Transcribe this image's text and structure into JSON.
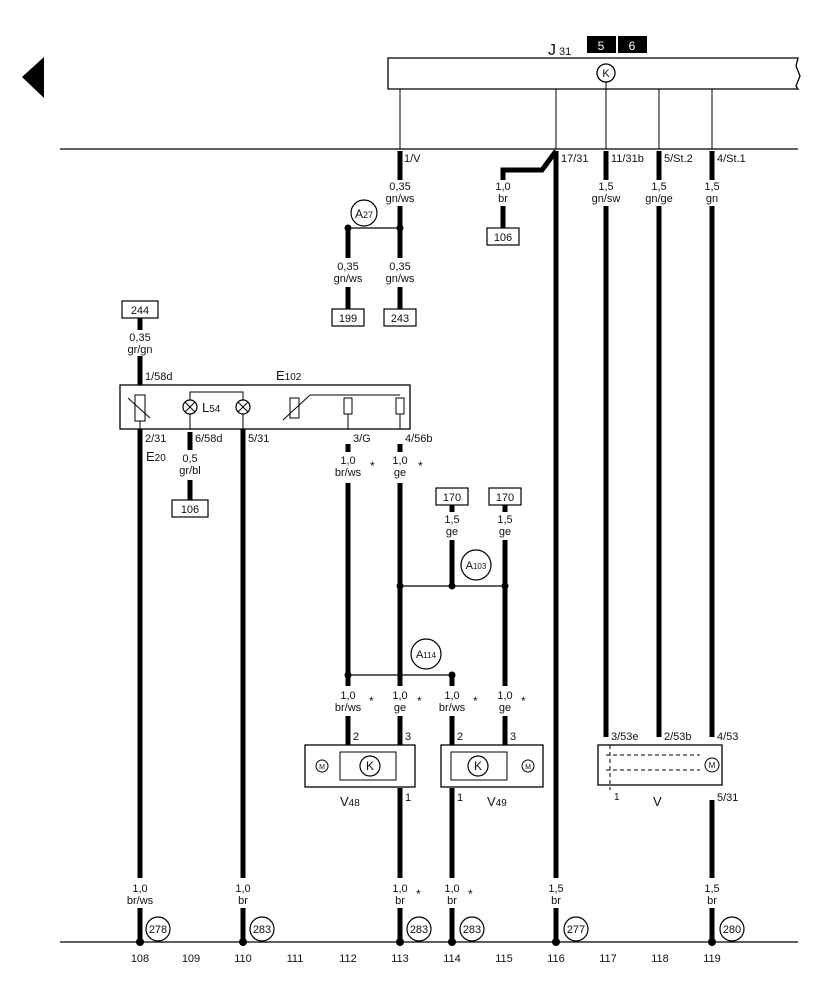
{
  "title_codes": {
    "component": "J",
    "sub": "31",
    "badges": [
      "5",
      "6"
    ]
  },
  "nav": {
    "back_arrow": "back-arrow-icon"
  },
  "relay_pins": [
    "1/V",
    "17/31",
    "11/31b",
    "5/St.2",
    "4/St.1"
  ],
  "wires_top": {
    "w1v_size": "0,35",
    "w1v_color": "gn/ws",
    "w1731_size": "1,0",
    "w1731_color": "br",
    "w1131_size": "1,5",
    "w1131_color": "gn/sw",
    "w5st_size": "1,5",
    "w5st_color": "gn/ge",
    "w4st_size": "1,5",
    "w4st_color": "gn",
    "branch_left_size": "0,35",
    "branch_left_color": "gn/ws",
    "branch_right_size": "0,35",
    "branch_right_color": "gn/ws"
  },
  "connectors": {
    "a27_main": "A",
    "a27_sub": "27",
    "a103_main": "A",
    "a103_sub": "103",
    "a114_main": "A",
    "a114_sub": "114"
  },
  "boxes": {
    "box106_top": "106",
    "box199": "199",
    "box243": "243",
    "box244": "244",
    "box106_left": "106",
    "box170_a": "170",
    "box170_b": "170"
  },
  "switch": {
    "label_main": "E",
    "label_sub": "102",
    "lamp_main": "L",
    "lamp_sub": "54",
    "e20_main": "E",
    "e20_sub": "20",
    "in_size": "0,35",
    "in_color": "gr/gn",
    "in_pin": "1/58d",
    "pins": [
      "2/31",
      "6/58d",
      "5/31",
      "3/G",
      "4/56b"
    ]
  },
  "mid_wires": {
    "w658d_size": "0,5",
    "w658d_color": "gr/bl",
    "w3g_size": "1,0",
    "w3g_color": "br/ws",
    "w456b_size": "1,0",
    "w456b_color": "ge",
    "w170a_size": "1,5",
    "w170a_color": "ge",
    "w170b_size": "1,5",
    "w170b_color": "ge",
    "v48a_size": "1,0",
    "v48a_color": "br/ws",
    "v48b_size": "1,0",
    "v48b_color": "ge",
    "v49a_size": "1,0",
    "v49a_color": "br/ws",
    "v49b_size": "1,0",
    "v49b_color": "ge",
    "star": "*"
  },
  "motors": {
    "v48_main": "V",
    "v48_sub": "48",
    "v49_main": "V",
    "v49_sub": "49",
    "v_label": "V",
    "m": "M",
    "k": "K",
    "pin1": "1",
    "pin2": "2",
    "pin3": "3",
    "v_pins": [
      "3/53e",
      "2/53b",
      "4/53",
      "5/31",
      "1"
    ]
  },
  "bottom_wires": [
    {
      "size": "1,0",
      "color": "br/ws",
      "ref": "278",
      "star": ""
    },
    {
      "size": "1,0",
      "color": "br",
      "ref": "283",
      "star": ""
    },
    {
      "size": "1,0",
      "color": "br",
      "ref": "283",
      "star": "*"
    },
    {
      "size": "1,0",
      "color": "br",
      "ref": "283",
      "star": "*"
    },
    {
      "size": "1,5",
      "color": "br",
      "ref": "277",
      "star": ""
    },
    {
      "size": "1,5",
      "color": "br",
      "ref": "280",
      "star": ""
    }
  ],
  "track_numbers": [
    "108",
    "109",
    "110",
    "111",
    "112",
    "113",
    "114",
    "115",
    "116",
    "117",
    "118",
    "119"
  ]
}
